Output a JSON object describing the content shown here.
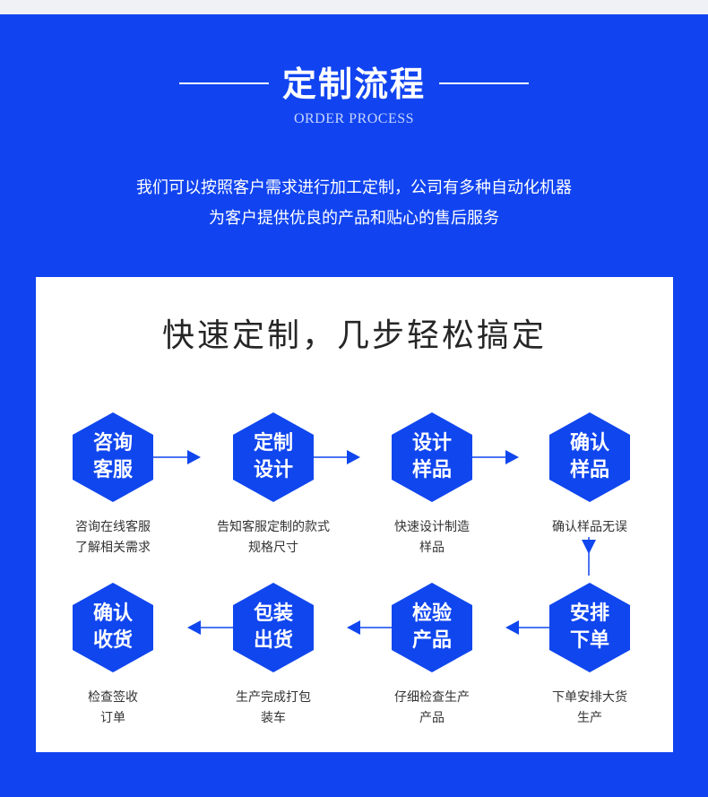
{
  "header": {
    "title": "定制流程",
    "subtitle": "ORDER PROCESS",
    "intro_line1": "我们可以按照客户需求进行加工定制，公司有多种自动化机器",
    "intro_line2": "为客户提供优良的产品和贴心的售后服务"
  },
  "panel": {
    "title": "快速定制，几步轻松搞定"
  },
  "steps": [
    {
      "label": "咨询客服",
      "desc1": "咨询在线客服",
      "desc2": "了解相关需求"
    },
    {
      "label": "定制设计",
      "desc1": "告知客服定制的款式",
      "desc2": "规格尺寸"
    },
    {
      "label": "设计样品",
      "desc1": "快速设计制造",
      "desc2": "样品"
    },
    {
      "label": "确认样品",
      "desc1": "确认样品无误",
      "desc2": ""
    },
    {
      "label": "安排下单",
      "desc1": "下单安排大货",
      "desc2": "生产"
    },
    {
      "label": "检验产品",
      "desc1": "仔细检查生产",
      "desc2": "产品"
    },
    {
      "label": "包装出货",
      "desc1": "生产完成打包",
      "desc2": "装车"
    },
    {
      "label": "确认收货",
      "desc1": "检查签收",
      "desc2": "订单"
    }
  ],
  "colors": {
    "background": "#1144f0",
    "hexagon": "#1046ee",
    "panel": "#ffffff",
    "text_dark": "#262626"
  }
}
